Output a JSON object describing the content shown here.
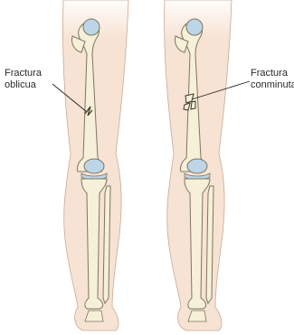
{
  "labels": {
    "left": {
      "line1": "Fractura",
      "line2": "oblicua"
    },
    "right": {
      "line1": "Fractura",
      "line2": "conminuta"
    }
  },
  "colors": {
    "skin": "#f7e3d3",
    "skin_outline": "#c9a992",
    "bone": "#f6f0d8",
    "bone_outline": "#7d7560",
    "cartilage": "#bcd6e8",
    "pointer": "#222222"
  }
}
